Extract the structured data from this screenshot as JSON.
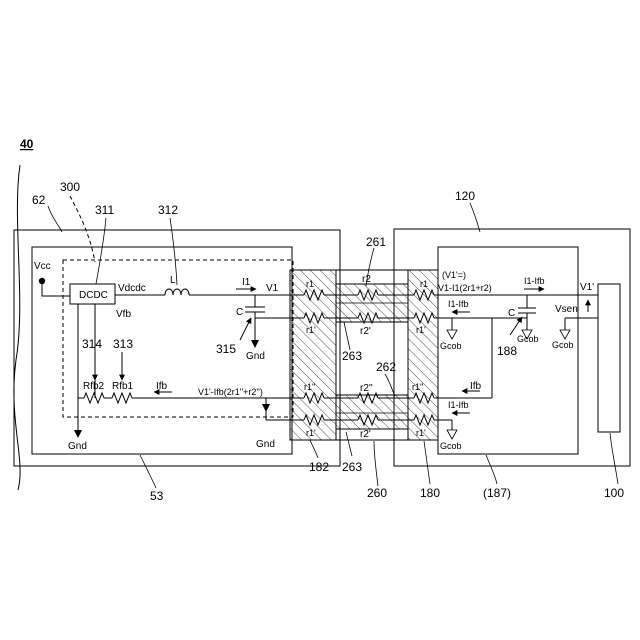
{
  "figure_label": "40",
  "refs": {
    "r62": "62",
    "r300": "300",
    "r311": "311",
    "r312": "312",
    "r120": "120",
    "r261": "261",
    "r314": "314",
    "r313": "313",
    "r315": "315",
    "r263a": "263",
    "r262": "262",
    "r188": "188",
    "r53": "53",
    "r182": "182",
    "r263b": "263",
    "r260": "260",
    "r180": "180",
    "r187": "(187)",
    "r100": "100"
  },
  "labels": {
    "vcc": "Vcc",
    "dcdc": "DCDC",
    "vdcdc": "Vdcdc",
    "l": "L",
    "vfb": "Vfb",
    "i1_left": "I1",
    "v1_left": "V1",
    "c_left": "C",
    "gnd_c": "Gnd",
    "rfb2": "Rfb2",
    "rfb1": "Rfb1",
    "ifb_left": "Ifb",
    "v1_ifb_formula": "V1'-Ifb(2r1''+r2'')",
    "gnd_left": "Gnd",
    "gnd_right": "Gnd",
    "r1_a": "r1",
    "r1p_a": "r1'",
    "r1pp_a": "r1''",
    "r1p_b": "r1'",
    "r2": "r2",
    "r2p_a": "r2'",
    "r2pp": "r2''",
    "r2p_b": "r2'",
    "r1_c": "r1",
    "r1p_c": "r1'",
    "r1pp_c": "r1''",
    "r1p_d": "r1'",
    "v1eq": "(V1'=)",
    "v1_formula": "V1-I1(2r1+r2)",
    "i1_ifb_top": "I1-Ifb",
    "i1_ifb_mid": "I1-Ifb",
    "i1_ifb_bot": "I1-Ifb",
    "gcob_1": "Gcob",
    "gcob_2": "Gcob",
    "gcob_3": "Gcob",
    "gcob_4": "Gcob",
    "c_right": "C",
    "vsen": "Vsen",
    "v1p_right": "V1'",
    "ifb_right": "Ifb"
  }
}
